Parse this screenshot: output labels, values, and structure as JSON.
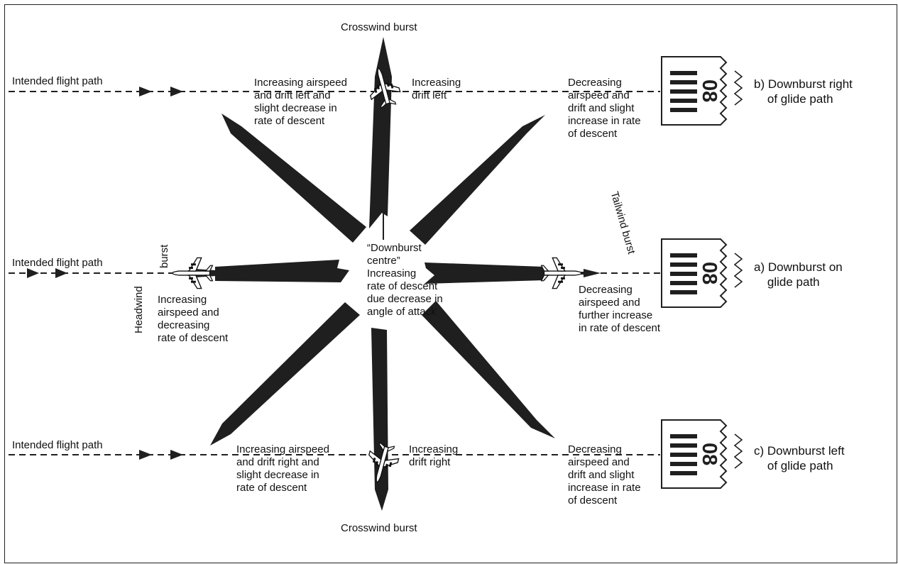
{
  "labels": {
    "intended_path": "Intended flight path",
    "crosswind_burst": "Crosswind burst",
    "headwind_burst_a": "burst",
    "headwind_burst_b": "Headwind",
    "tailwind_burst": "Tailwind burst",
    "centre": "“Downburst\ncentre”\nIncreasing\nrate of descent\ndue decrease in\nangle of attack",
    "top_left": "Increasing airspeed\nand drift left and\nslight decrease in\nrate of descent",
    "top_mid": "Increasing\ndrift left",
    "top_right": "Decreasing\nairspeed and\ndrift and slight\nincrease in rate\nof descent",
    "mid_left": "Increasing\nairspeed and\ndecreasing\nrate of descent",
    "mid_right": "Decreasing\nairspeed and\nfurther increase\nin rate of descent",
    "bot_left": "Increasing airspeed\nand drift right and\nslight decrease in\nrate of descent",
    "bot_mid": "Increasing\ndrift right",
    "bot_right": "Decreasing\nairspeed and\ndrift and slight\nincrease in rate\nof descent",
    "case_b": "b) Downburst right\n    of glide path",
    "case_a": "a) Downburst on\n    glide path",
    "case_c": "c) Downburst left\n    of glide path",
    "runway_number": "08"
  },
  "colors": {
    "ink": "#1f1f1f",
    "background": "#ffffff"
  }
}
